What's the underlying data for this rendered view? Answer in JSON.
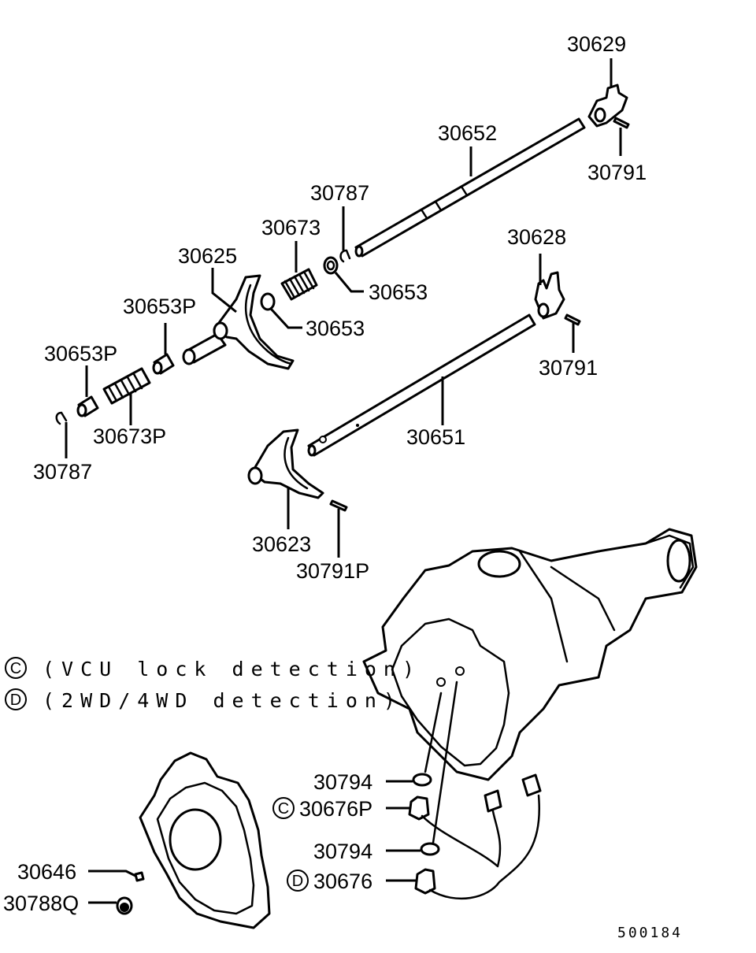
{
  "labels": {
    "p30629": "30629",
    "p30652": "30652",
    "p30791_a": "30791",
    "p30787_a": "30787",
    "p30673": "30673",
    "p30625": "30625",
    "p30653_a": "30653",
    "p30653P_a": "30653P",
    "p30653_b": "30653",
    "p30628": "30628",
    "p30653P_b": "30653P",
    "p30791_b": "30791",
    "p30673P": "30673P",
    "p30651": "30651",
    "p30787_b": "30787",
    "p30623": "30623",
    "p30791P": "30791P",
    "p30794_a": "30794",
    "p30676P": "30676P",
    "p30794_b": "30794",
    "p30646": "30646",
    "p30676": "30676",
    "p30788Q": "30788Q"
  },
  "notes": {
    "c_marker": "C",
    "c_text": "(VCU lock detection)",
    "d_marker": "D",
    "d_text": "(2WD/4WD detection)"
  },
  "callout_markers": {
    "c": "C",
    "d": "D"
  },
  "figure_code": "500184"
}
